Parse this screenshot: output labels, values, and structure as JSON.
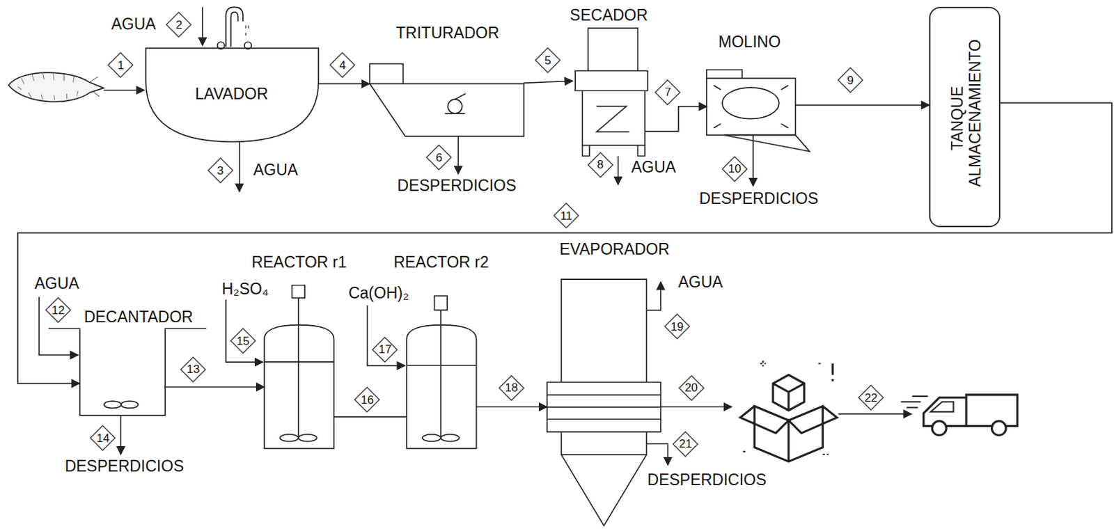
{
  "diagram": {
    "nodes": [
      {
        "text": [
          "LAVADOR"
        ]
      },
      {
        "text": [
          "TRITURADOR"
        ]
      },
      {
        "text": [
          "SECADOR"
        ]
      },
      {
        "text": [
          "MOLINO"
        ]
      },
      {
        "text": [
          "TANQUE ALMACENAMIENTO"
        ]
      },
      {
        "text": [
          "DECANTADOR"
        ]
      },
      {
        "text": [
          "REACTOR r1"
        ]
      },
      {
        "text": [
          "REACTOR r2"
        ]
      },
      {
        "text": [
          "EVAPORADOR"
        ]
      }
    ],
    "edges": [
      {
        "from": 0,
        "to": 1,
        "arrow": "to"
      },
      {
        "from": 1,
        "to": 2,
        "arrow": "to"
      },
      {
        "from": 2,
        "to": 3,
        "arrow": "to"
      },
      {
        "from": 3,
        "to": 4,
        "arrow": "to"
      },
      {
        "from": 4,
        "to": 5,
        "arrow": "to"
      },
      {
        "from": 5,
        "to": 6,
        "arrow": "to"
      },
      {
        "from": 6,
        "to": 7,
        "arrow": "none"
      },
      {
        "from": 7,
        "to": 8,
        "arrow": "to"
      }
    ],
    "labels": [
      "AGUA",
      "2",
      "1",
      "4",
      "5",
      "7",
      "9",
      "3",
      "AGUA",
      "6",
      "DESPERDICIOS",
      "8",
      "AGUA",
      "10",
      "DESPERDICIOS",
      "11",
      "AGUA",
      "12",
      "H₂SO₄",
      "Ca(OH)₂",
      "AGUA",
      "19",
      "15",
      "17",
      "13",
      "18",
      "20",
      "22",
      "16",
      "14",
      "21",
      "DESPERDICIOS",
      "DESPERDICIOS"
    ]
  }
}
